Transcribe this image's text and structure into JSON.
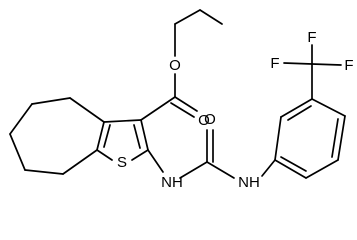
{
  "atom_labels": {
    "o_ester_single": "O",
    "o_ester_carbonyl": "O",
    "s_thiophene": "S",
    "nh_left": "NH",
    "o_urea": "O",
    "nh_right": "NH",
    "f_top": "F",
    "f_left": "F",
    "f_right": "F"
  },
  "colors": {
    "bond": "#000000",
    "label": "#000000",
    "background": "#ffffff"
  }
}
